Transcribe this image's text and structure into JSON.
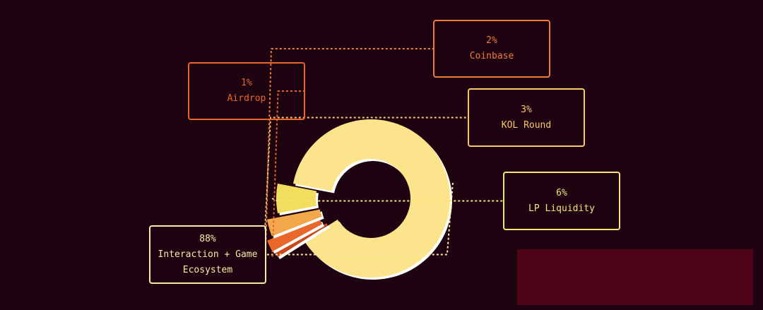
{
  "chart_data": {
    "type": "pie",
    "style": "donut",
    "slices": [
      {
        "label": "Interaction + Game Ecosystem",
        "value": 88,
        "percent_label": "88%",
        "color": "#fbe48b",
        "text_color": "#fde7a8"
      },
      {
        "label": "Airdrop",
        "value": 1,
        "percent_label": "1%",
        "color": "#c94b1b",
        "text_color": "#e8642a"
      },
      {
        "label": "Coinbase",
        "value": 2,
        "percent_label": "2%",
        "color": "#e9672a",
        "text_color": "#f07a3a"
      },
      {
        "label": "KOL Round",
        "value": 3,
        "percent_label": "3%",
        "color": "#f2a84a",
        "text_color": "#f7c86a"
      },
      {
        "label": "LP Liquidity",
        "value": 6,
        "percent_label": "6%",
        "color": "#f3dd5c",
        "text_color": "#f9e07a"
      }
    ]
  },
  "colors": {
    "background": "#1e0410",
    "overlay": "#4d0416",
    "leader_line": "#f0a030"
  }
}
